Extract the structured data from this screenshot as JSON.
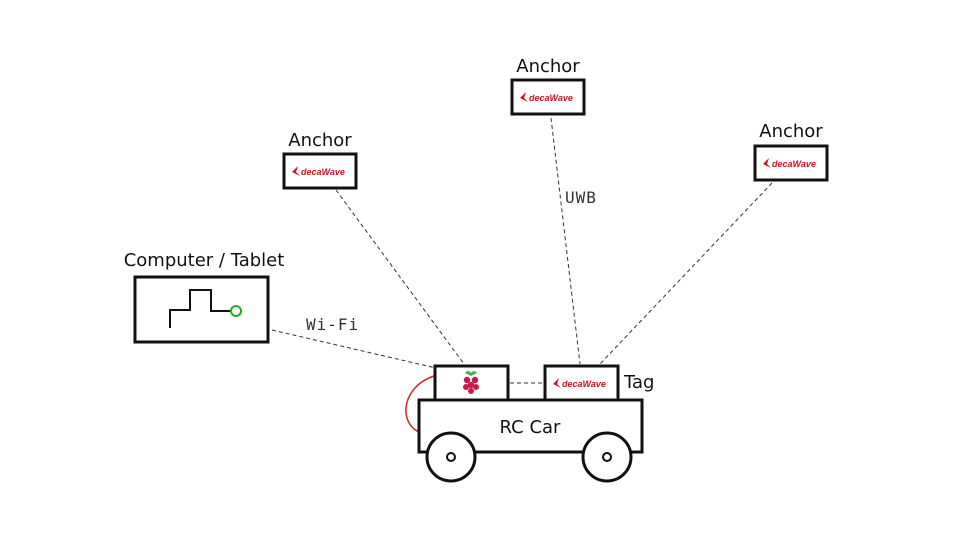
{
  "anchors": [
    {
      "label": "Anchor",
      "brand": "decaWave"
    },
    {
      "label": "Anchor",
      "brand": "decaWave"
    },
    {
      "label": "Anchor",
      "brand": "decaWave"
    }
  ],
  "computer": {
    "label": "Computer / Tablet",
    "path_end_color": "#22aa22"
  },
  "links": {
    "wifi": "Wi-Fi",
    "uwb": "UWB"
  },
  "car": {
    "label": "RC Car",
    "tag_label": "Tag",
    "tag_brand": "decaWave",
    "board_icon": "raspberry-pi-icon",
    "cable_color": "#d62020"
  },
  "colors": {
    "brand": "#c8141e",
    "outline": "#111111"
  }
}
